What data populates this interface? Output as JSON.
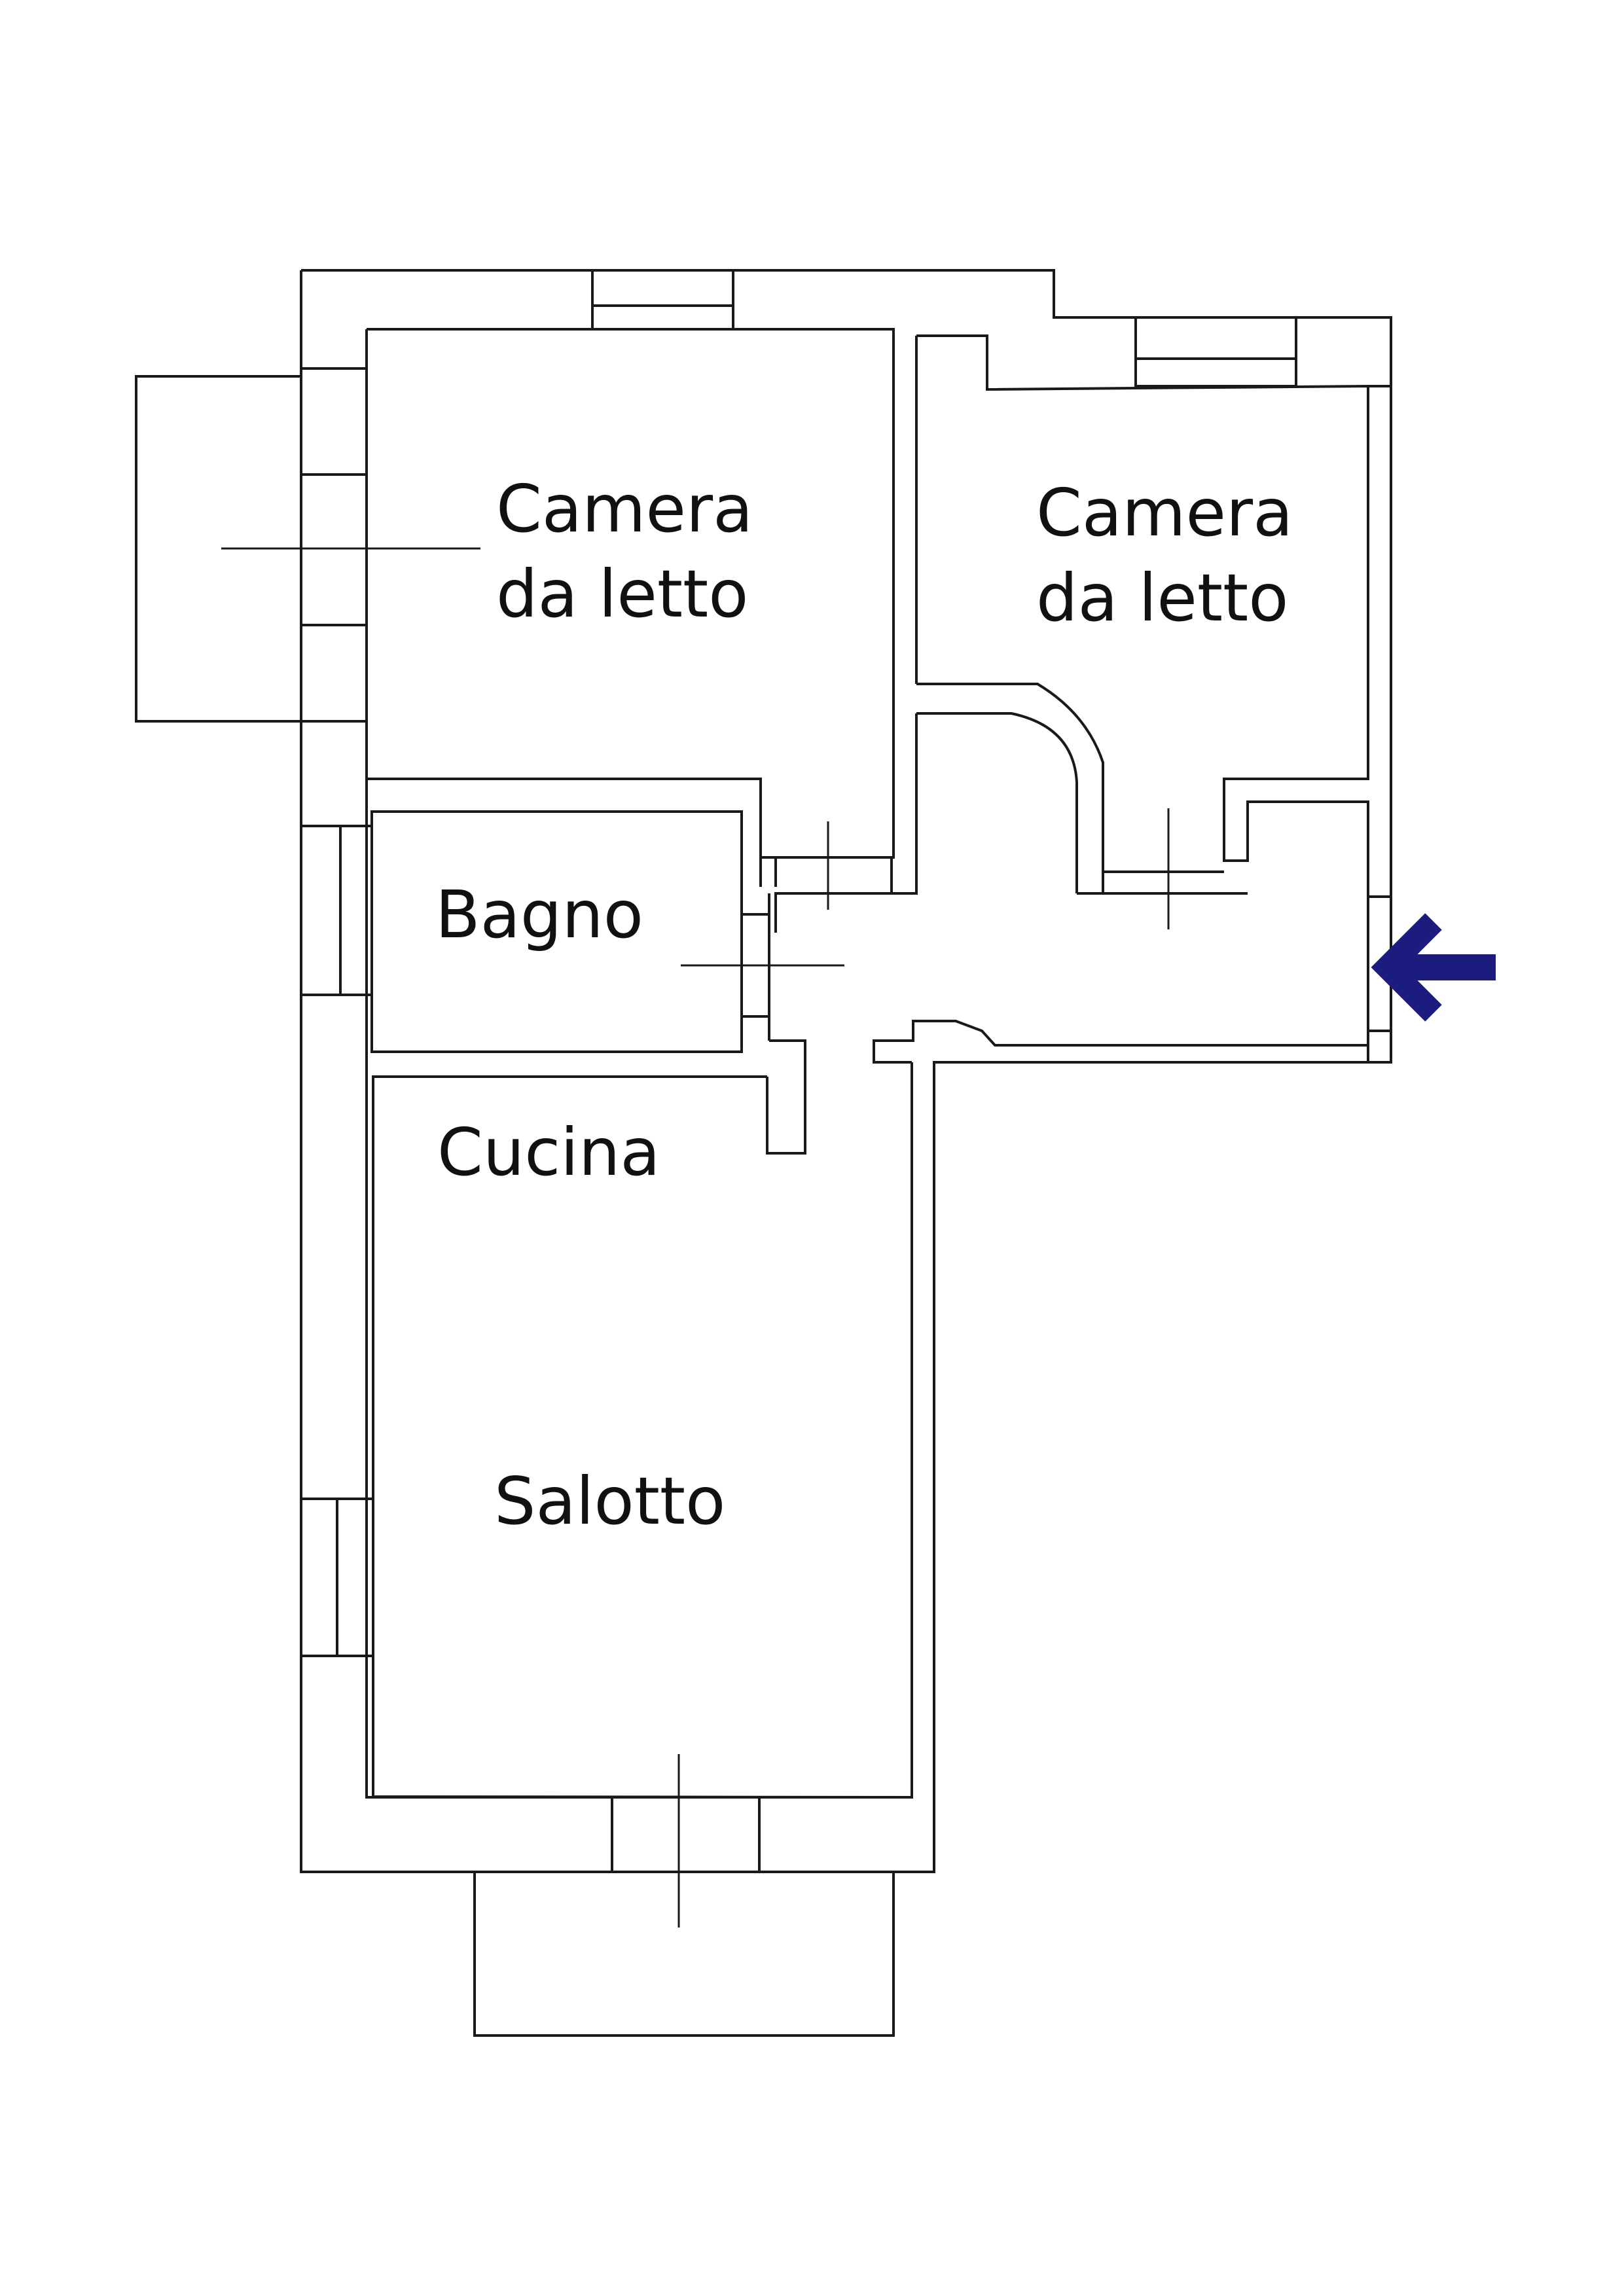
{
  "plan": {
    "rooms": [
      {
        "id": "bedroom-1",
        "lines": [
          "Camera",
          "da letto"
        ]
      },
      {
        "id": "bedroom-2",
        "lines": [
          "Camera",
          "da letto"
        ]
      },
      {
        "id": "bathroom",
        "lines": [
          "Bagno"
        ]
      },
      {
        "id": "kitchen",
        "lines": [
          "Cucina"
        ]
      },
      {
        "id": "living-room",
        "lines": [
          "Salotto"
        ]
      }
    ],
    "entrance_marker": {
      "icon": "arrow-left-icon",
      "color": "#1c1b7e"
    },
    "wall_color": "#1a1a1a"
  }
}
